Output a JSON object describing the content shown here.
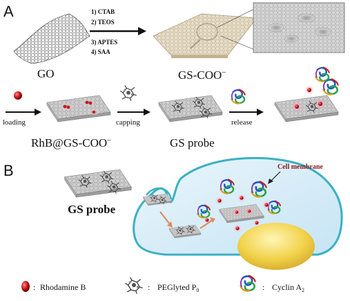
{
  "panels": {
    "a": "A",
    "b": "B"
  },
  "synthesis_steps": [
    "1) CTAB",
    "2) TEOS",
    "3) APTES",
    "4) SAA"
  ],
  "labels": {
    "go": "GO",
    "gs_coo": "GS-COO",
    "gs_coo_sup": "–",
    "rhb_gs_coo": "RhB@GS-COO",
    "rhb_gs_coo_sup": "–",
    "gs_probe_a": "GS probe",
    "gs_probe_b": "GS probe",
    "cell_membrane": "Cell membrane"
  },
  "process_steps": {
    "loading": "loading",
    "capping": "capping",
    "release": "release"
  },
  "legend": [
    {
      "symbol": "red-sphere",
      "text": "Rhodamine B"
    },
    {
      "symbol": "polymer-cluster",
      "text": "PEGlyted P",
      "sub": "0"
    },
    {
      "symbol": "protein-ribbon",
      "text": "Cyclin A",
      "sub": "2"
    }
  ],
  "legend_sep": ":",
  "colors": {
    "dye": "#d0181c",
    "cell_fill": "#d6ecf8",
    "cell_edge": "#3ab0c4",
    "nucleus": "#f2d24a",
    "sheet_gray": "#c9c9c9",
    "sheet_tan": "#e8dcc0",
    "label_red": "#8a1a1a"
  }
}
